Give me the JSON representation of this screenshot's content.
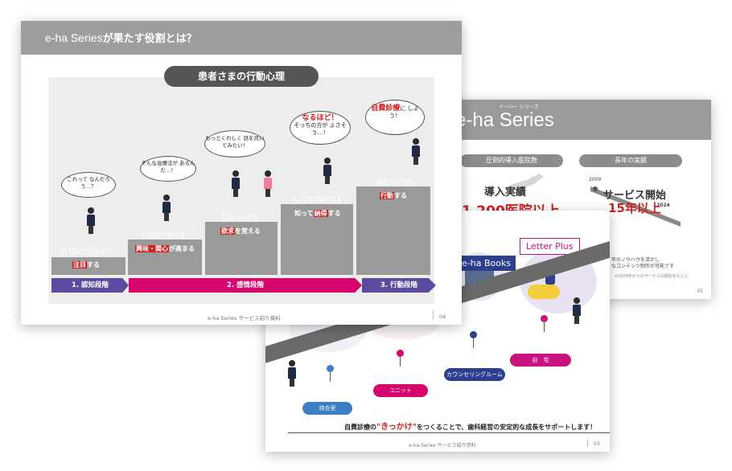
{
  "slide3": {
    "brand": "e-ha Series",
    "brand_ruby": "イーハー シリーズ",
    "pill_left": "圧倒的導入医院数",
    "pill_right": "長年の実績",
    "left_head": "導入実績",
    "left_value": "1,200医院以上",
    "right_year_start": "2009",
    "right_head": "サービス開始",
    "right_year_end": "2024",
    "right_value": "15年以上",
    "note_line1": "年のノウハウを活かし",
    "note_line2": "なコンテンツ制作が可能です",
    "fine_print": "※2009年からのサービスの開始をもとに",
    "page_num": "05"
  },
  "slide2": {
    "books": "e-ha Books",
    "letter": "Letter Plus",
    "tags": {
      "waiting": "待合室",
      "unit": "ユニット",
      "counseling": "カウンセリングルーム",
      "home": "自　宅"
    },
    "caption_pre": "自費診療の",
    "caption_accent": "\"きっかけ\"",
    "caption_post": "をつくることで、歯科経営の安定的な成長をサポートします！",
    "footer": "e-ha Series サービス紹介資料",
    "page_num": "03"
  },
  "slide1": {
    "header_logo": "e-ha Series",
    "header_title": "が果たす役割とは？",
    "topic": "患者さまの行動心理",
    "steps": [
      {
        "ghost": "Attention",
        "caption_hl": "注目",
        "caption_rest": "する",
        "bubble": "これって なんだろう…？"
      },
      {
        "ghost": "Interest",
        "caption_hl": "興味・関心",
        "caption_rest": "が高まる",
        "bubble": "そんな治療法が あるんだ…！"
      },
      {
        "ghost": "Desire",
        "caption_hl": "欲求",
        "caption_rest": "を覚える",
        "bubble": "もっとくわしく 話を訊いてみたい！"
      },
      {
        "ghost": "Consent",
        "caption_pre": "知って",
        "caption_hl": "納得",
        "caption_rest": "する",
        "bubble_em": "なるほど！",
        "bubble": "そっちの方が よさそう…！"
      },
      {
        "ghost": "Action",
        "caption_hl": "行動",
        "caption_rest": "する",
        "bubble_em": "自費診療",
        "bubble": "に しよう！"
      }
    ],
    "stages": [
      "1. 認知段階",
      "2. 感情段階",
      "3. 行動段階"
    ],
    "footer": "e-ha Series サービス紹介資料",
    "page_num": "04"
  },
  "colors": {
    "gray_header": "#9e9e9e",
    "stage1": "#5b4a9e",
    "stage2": "#d4066d",
    "stage3": "#5b4a9e",
    "accent_red": "#d11f1f",
    "tag_blue": "#3a7fc1",
    "tag_pink": "#d4066d",
    "tag_navy": "#2c3f8f"
  }
}
